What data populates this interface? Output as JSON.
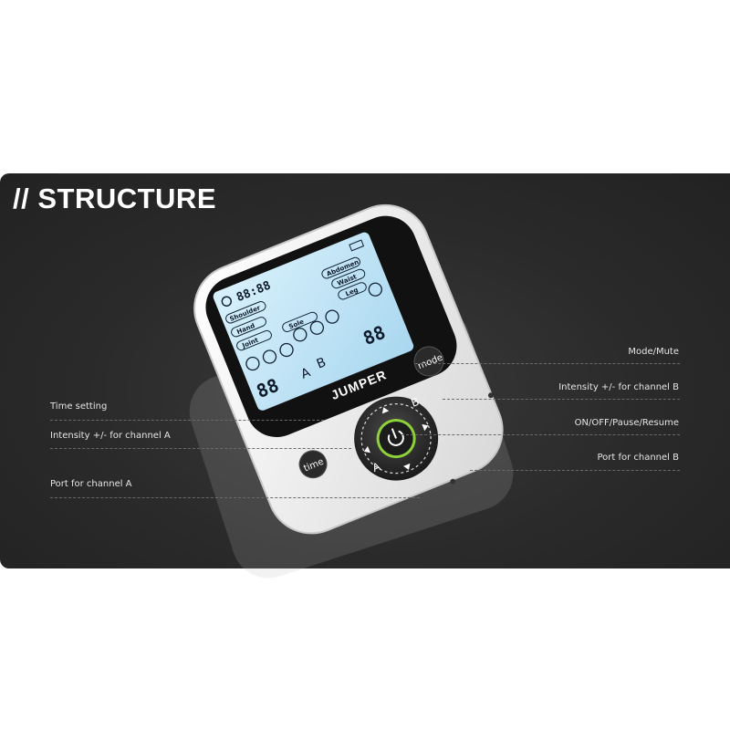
{
  "title": "// STRUCTURE",
  "brand": "JUMPER",
  "buttons": {
    "mode": "mode",
    "time": "time"
  },
  "dpad": {
    "a": "A",
    "b": "B"
  },
  "lcd": {
    "time": "88:88",
    "digits_left": "88",
    "digits_right": "88",
    "channel_a": "A",
    "channel_b": "B",
    "pills": [
      "Abdomen",
      "Waist",
      "Leg",
      "Shoulder",
      "Hand",
      "Joint",
      "Sole"
    ]
  },
  "callouts": {
    "mode_mute": "Mode/Mute",
    "intensity_b": "Intensity +/- for channel B",
    "on_off": "ON/OFF/Pause/Resume",
    "port_b": "Port for channel B",
    "time_setting": "Time setting",
    "intensity_a": "Intensity +/- for channel A",
    "port_a": "Port for channel A"
  },
  "colors": {
    "background": "#2a2a2a",
    "power_ring": "#8fd13a",
    "lcd": "#bfe4f7"
  }
}
